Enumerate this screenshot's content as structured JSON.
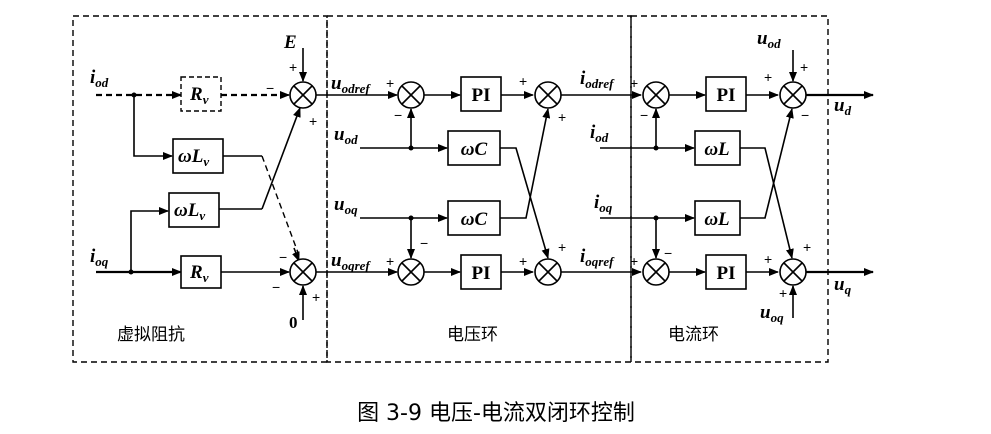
{
  "sections": {
    "virtual": "虚拟阻抗",
    "voltage": "电压环",
    "current": "电流环"
  },
  "caption": "图 3-9 电压-电流双闭环控制",
  "blocks": {
    "rv": "R",
    "rv_sub": "v",
    "wlv": "ωL",
    "wlv_sub": "v",
    "pi": "PI",
    "wc": "ωC",
    "wl": "ωL"
  },
  "signals": {
    "iod": {
      "b": "i",
      "s": "od"
    },
    "ioq": {
      "b": "i",
      "s": "oq"
    },
    "E": "E",
    "zero": "0",
    "uodref": {
      "b": "u",
      "s": "odref"
    },
    "uoqref": {
      "b": "u",
      "s": "oqref"
    },
    "uod": {
      "b": "u",
      "s": "od"
    },
    "uoq": {
      "b": "u",
      "s": "oq"
    },
    "iodref": {
      "b": "i",
      "s": "odref"
    },
    "ioqref": {
      "b": "i",
      "s": "oqref"
    },
    "ud": {
      "b": "u",
      "s": "d"
    },
    "uq": {
      "b": "u",
      "s": "q"
    }
  },
  "signs": {
    "plus": "+",
    "minus": "−"
  }
}
